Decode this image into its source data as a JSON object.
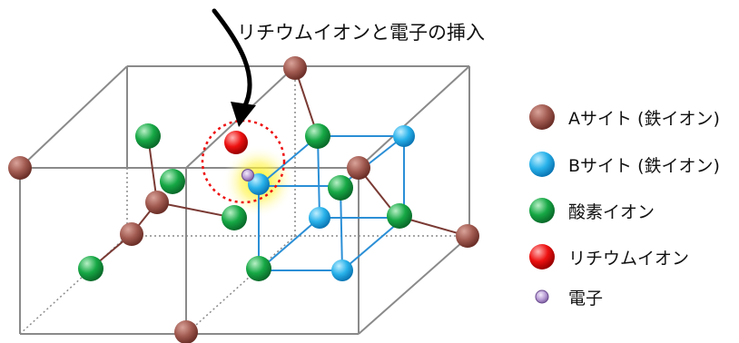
{
  "caption": "リチウムイオンと電子の挿入",
  "legend": [
    {
      "key": "a_site",
      "label": "Aサイト (鉄イオン)",
      "color": "#a15a50"
    },
    {
      "key": "b_site",
      "label": "Bサイト (鉄イオン)",
      "color": "#29b2ea"
    },
    {
      "key": "oxygen",
      "label": "酸素イオン",
      "color": "#16a845"
    },
    {
      "key": "lithium",
      "label": "リチウムイオン",
      "color": "#ee1111"
    },
    {
      "key": "electron",
      "label": "電子",
      "color": "#b79bd4"
    }
  ],
  "colors": {
    "a_site": "#a15a50",
    "b_site": "#29b2ea",
    "oxygen": "#16a845",
    "lithium": "#ee1111",
    "electron": "#b79bd4",
    "highlight": "#fff200",
    "cell_edge": "#8a8a8a",
    "cube_edge": "#2b8fd6",
    "bond": "#7a3a34",
    "dotted_circle": "#e11"
  }
}
